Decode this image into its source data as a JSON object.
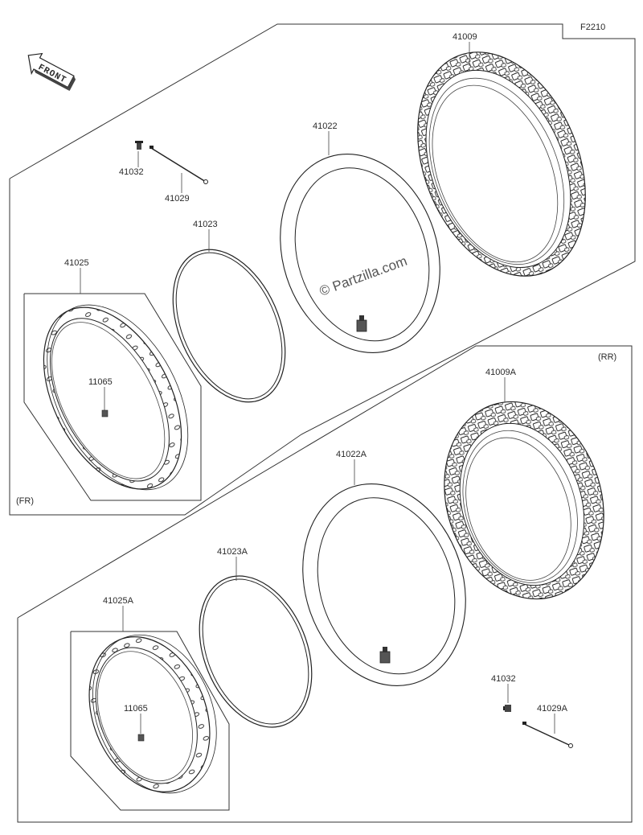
{
  "diagram_code": "F2210",
  "front_label": "FRONT",
  "watermark": "© Partzilla.com",
  "sections": {
    "front": {
      "tag": "(FR)",
      "parts": {
        "tire": "41009",
        "tube": "41022",
        "rim_band": "41023",
        "rim": "41025",
        "nipple": "11065",
        "valve": "41032",
        "spoke": "41029"
      }
    },
    "rear": {
      "tag": "(RR)",
      "parts": {
        "tire": "41009A",
        "tube": "41022A",
        "rim_band": "41023A",
        "rim": "41025A",
        "nipple": "11065",
        "valve": "41032",
        "spoke": "41029A"
      }
    }
  }
}
